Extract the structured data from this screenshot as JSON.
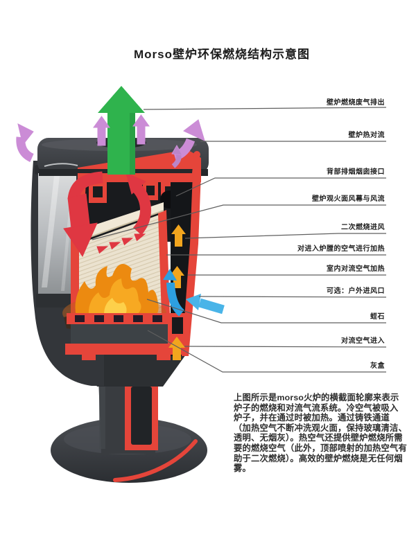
{
  "title": "Morso壁炉环保燃烧结构示意图",
  "labels": [
    "壁炉燃烧废气排出",
    "壁炉热对流",
    "背部排烟烟囱接口",
    "壁炉观火面风幕与风流",
    "二次燃烧进风",
    "对进入炉膛的空气进行加热",
    "室内对流空气加热",
    "可选：户外进风口",
    "蛭石",
    "对流空气进入",
    "灰盒"
  ],
  "description": "上图所示是morso火炉的横截面轮廓来表示\n炉子的燃烧和对流气流系统。冷空气被吸入\n炉子，并在通过时被加热。通过铸铁通道\n（加热空气不断冲洗观火面，保持玻璃清洁、\n透明、无烟灰）。热空气还提供壁炉燃烧所需\n要的燃烧空气（此外，顶部喷射的加热空气有\n助于二次燃烧）。高效的壁炉燃烧是无任何烟\n雾。",
  "colors": {
    "exhaust_green": "#2fb34d",
    "convection_purple": "#cb8cd6",
    "smoke_red": "#df3742",
    "heated_air_orange": "#f2a51e",
    "cold_air_blue": "#2d9fe0",
    "cold_air_blue_light": "#49b4e8",
    "cutaway_red": "#e5453a",
    "leader_line_gray": "#5f5f5f"
  }
}
